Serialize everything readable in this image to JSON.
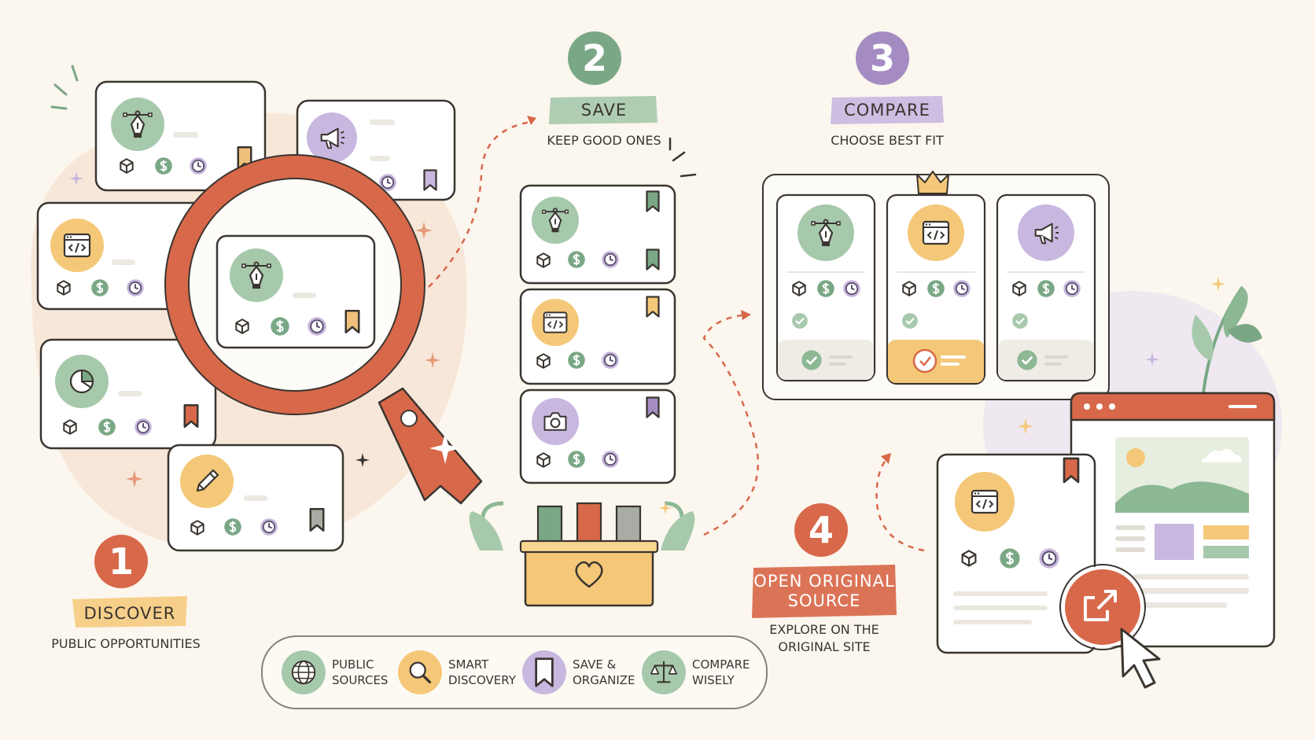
{
  "colors": {
    "background": "#fbf6ee",
    "orange": "#d8684a",
    "green": "#8cb894",
    "purple": "#a48cc2",
    "yellow": "#f4c878",
    "ink": "#3a3530"
  },
  "steps": [
    {
      "number": "1",
      "title": "DISCOVER",
      "subtitle": "PUBLIC OPPORTUNITIES"
    },
    {
      "number": "2",
      "title": "SAVE",
      "subtitle": "KEEP GOOD ONES"
    },
    {
      "number": "3",
      "title": "COMPARE",
      "subtitle": "CHOOSE BEST FIT"
    },
    {
      "number": "4",
      "title_line1": "OPEN ORIGINAL",
      "title_line2": "SOURCE",
      "subtitle_line1": "EXPLORE ON THE",
      "subtitle_line2": "ORIGINAL SITE"
    }
  ],
  "features": [
    {
      "label_line1": "PUBLIC",
      "label_line2": "SOURCES",
      "icon": "globe-icon"
    },
    {
      "label_line1": "SMART",
      "label_line2": "DISCOVERY",
      "icon": "magnifier-icon"
    },
    {
      "label_line1": "SAVE &",
      "label_line2": "ORGANIZE",
      "icon": "bookmark-icon"
    },
    {
      "label_line1": "COMPARE",
      "label_line2": "WISELY",
      "icon": "scales-icon"
    }
  ],
  "card_icons": [
    "pen-tool-icon",
    "megaphone-icon",
    "code-window-icon",
    "pie-chart-icon",
    "pencil-icon",
    "camera-icon"
  ],
  "meta_icons": [
    "box-icon",
    "dollar-icon",
    "clock-icon",
    "bookmark-icon"
  ],
  "currency_symbol": "$"
}
